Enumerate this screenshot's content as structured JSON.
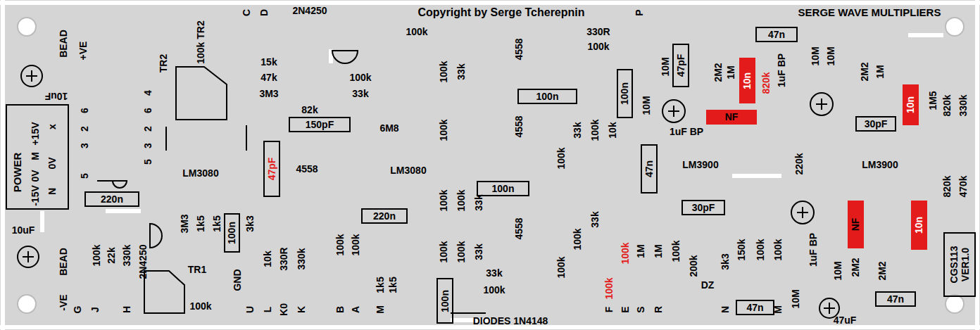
{
  "diagram": {
    "title": "SERGE WAVE MULTIPLIERS",
    "nodes": [
      {
        "text": [
          "POWER",
          "+15V",
          "x",
          "0V",
          "M",
          "0V",
          "N",
          "-15V"
        ]
      },
      {
        "text": [
          "220n"
        ]
      },
      {
        "text": [
          "150pF"
        ]
      },
      {
        "text": [
          "47pF"
        ]
      },
      {
        "text": [
          "100n"
        ]
      },
      {
        "text": [
          "220n"
        ]
      },
      {
        "text": [
          "100n"
        ]
      },
      {
        "text": [
          "100n"
        ]
      },
      {
        "text": [
          "100n"
        ]
      },
      {
        "text": [
          "100n"
        ]
      },
      {
        "text": [
          "47n"
        ]
      },
      {
        "text": [
          "47pF"
        ]
      },
      {
        "text": [
          "47n"
        ]
      },
      {
        "text": [
          "30pF"
        ]
      },
      {
        "text": [
          "30pF"
        ]
      },
      {
        "text": [
          "47n"
        ]
      },
      {
        "text": [
          "47n"
        ]
      },
      {
        "text": [
          "CGS113 VER1.0"
        ]
      },
      {
        "text": [
          "10n"
        ]
      },
      {
        "text": [
          "NF"
        ]
      },
      {
        "text": [
          "10n"
        ]
      },
      {
        "text": [
          "NF"
        ]
      },
      {
        "text": [
          "10n"
        ]
      }
    ],
    "labels": [
      "2N4250",
      "Copyright by Serge Tcherepnin",
      "C",
      "D",
      "P",
      "100k",
      "330R",
      "100k",
      "10uF",
      "BEAD",
      "+VE",
      "6",
      "2",
      "3",
      "5",
      "4",
      "6",
      "2",
      "3",
      "5",
      "TR2",
      "100k TR2",
      "LM3080",
      "15k",
      "47k",
      "3M3",
      "100k",
      "33k",
      "82k",
      "4558",
      "6M8",
      "LM3080",
      "4558",
      "4558",
      "4558",
      "100k",
      "33k",
      "100k",
      "33k",
      "100k",
      "10k",
      "100k",
      "LM3900",
      "LM3900",
      "10M",
      "2M2",
      "1M",
      "820k",
      "1uF BP",
      "10M",
      "1uF BP",
      "10M",
      "10M",
      "2M2",
      "1M",
      "1M5",
      "820k",
      "330k",
      "220k",
      "820k",
      "470k",
      "10uF",
      "100k",
      "22k",
      "330k",
      "2N4250",
      "3M3",
      "1k5",
      "1k5",
      "3k3",
      "10k",
      "330R",
      "330k",
      "BEAD",
      "-VE",
      "G",
      "J",
      "H",
      "TR1",
      "100k",
      "GND",
      "U",
      "L",
      "K0",
      "K",
      "100k",
      "100k",
      "100k",
      "100k",
      "33k",
      "100k",
      "100k",
      "33k",
      "1k5",
      "1k5",
      "B",
      "A",
      "M",
      "33k",
      "100k",
      "DIODES 1N4148",
      "100k",
      "100k",
      "33k",
      "100k",
      "100k",
      "1M",
      "1M",
      "100k",
      "200k",
      "3k3",
      "150k",
      "DZ",
      "F",
      "E",
      "S",
      "R",
      "N",
      "100k",
      "100k",
      "M",
      "10M",
      "1uF BP",
      "10M",
      "2M2",
      "2M2",
      "47uF"
    ]
  }
}
